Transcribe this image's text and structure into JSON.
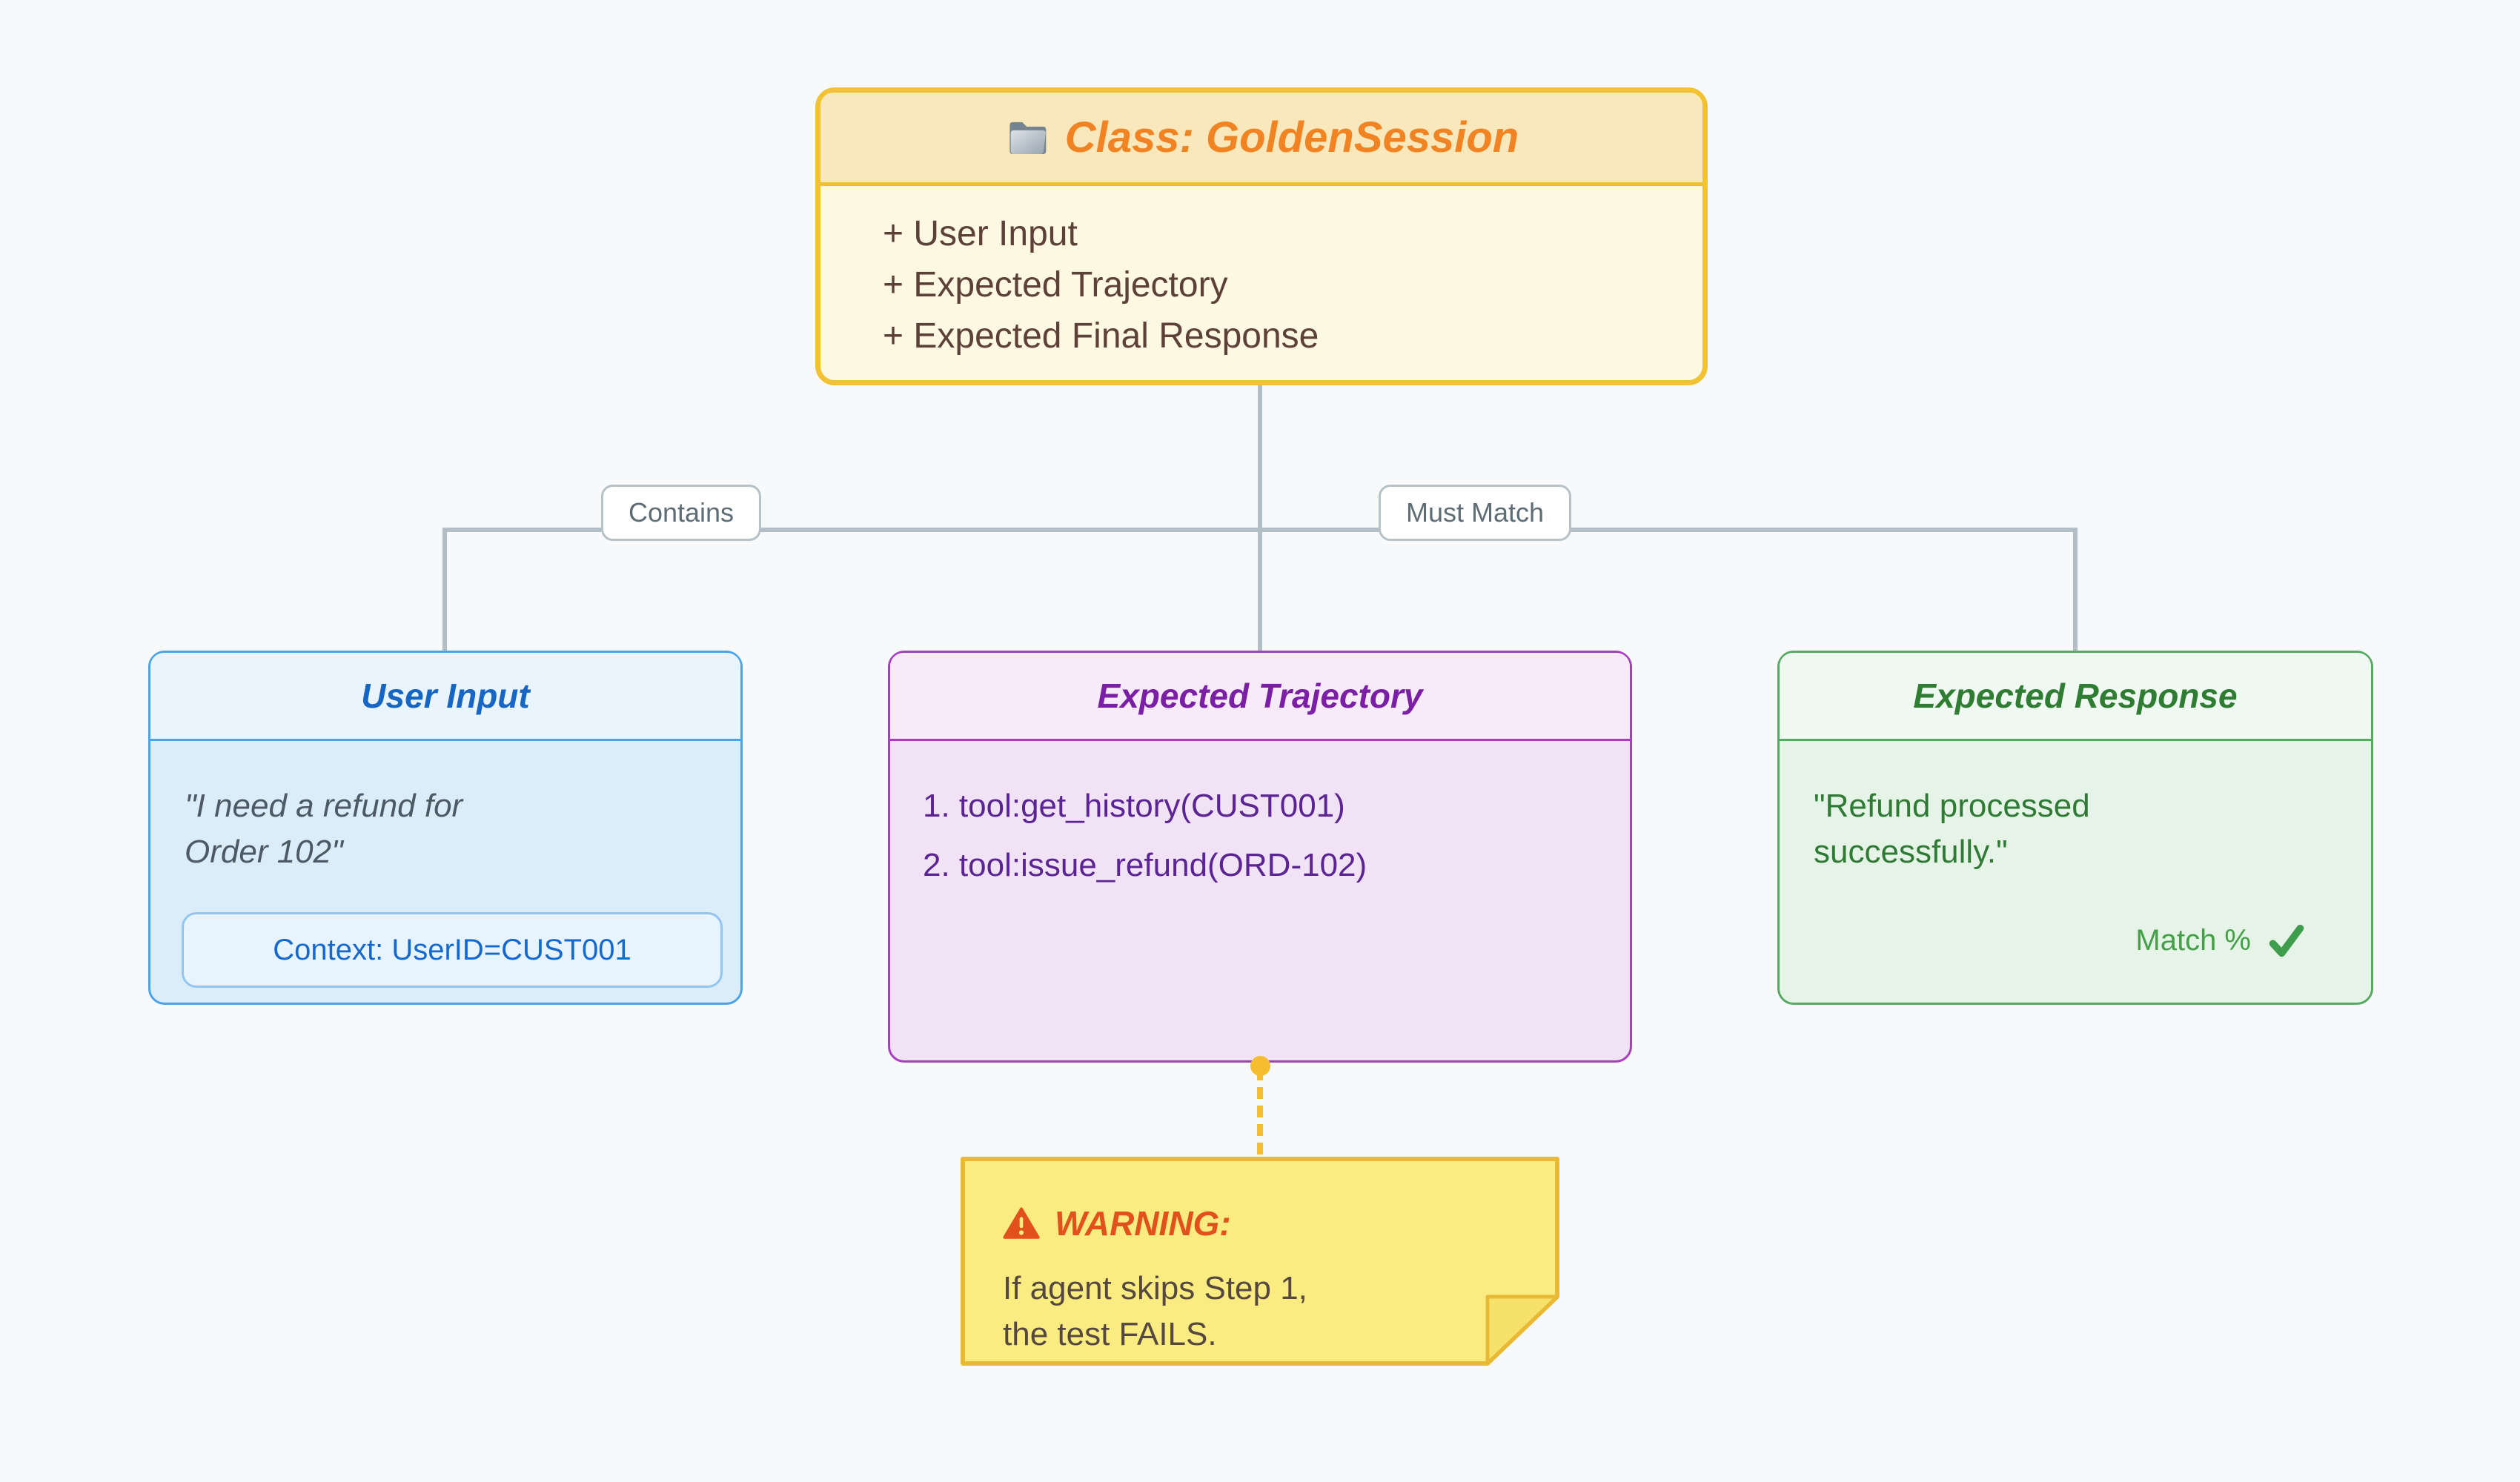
{
  "palette": {
    "background": "#f8f9fa",
    "edge_gray": "#b3bfc7",
    "root_border": "#f2c233",
    "root_header_bg": "#fae8bd",
    "root_body_bg": "#fdf8e2",
    "root_title_color": "#f28322",
    "attribute_text_color": "#5d4037",
    "blue_border": "#4ba3ea",
    "blue_title_color": "#1566c5",
    "purple_border": "#a640bd",
    "purple_title_color": "#7a1fa6",
    "green_border": "#57a863",
    "green_title_color": "#2e7d32",
    "match_green": "#43a047",
    "note_fill": "#faec80",
    "note_border": "#e9b934",
    "warning_color": "#e2511c",
    "dash_gold": "#f6bd2f"
  },
  "root_class": {
    "icon": "folder-icon",
    "title": "Class: GoldenSession",
    "attributes": [
      "+ User Input",
      "+ Expected Trajectory",
      "+ Expected Final Response"
    ]
  },
  "edges": {
    "contains": {
      "label": "Contains"
    },
    "must_match": {
      "label": "Must Match"
    }
  },
  "user_input": {
    "title": "User Input",
    "quote_lines": [
      "\"I need a refund for",
      "Order 102\""
    ],
    "context_label": "Context: UserID=CUST001"
  },
  "expected_trajectory": {
    "title": "Expected Trajectory",
    "steps": [
      "1. tool:get_history(CUST001)",
      "2. tool:issue_refund(ORD-102)"
    ]
  },
  "expected_response": {
    "title": "Expected Response",
    "quote_lines": [
      "\"Refund processed",
      "successfully.\""
    ],
    "match_label": "Match %",
    "match_icon": "check-icon"
  },
  "warning_note": {
    "icon": "warning-triangle-icon",
    "title": "WARNING:",
    "lines": [
      "If agent skips Step 1,",
      "the test FAILS."
    ]
  }
}
